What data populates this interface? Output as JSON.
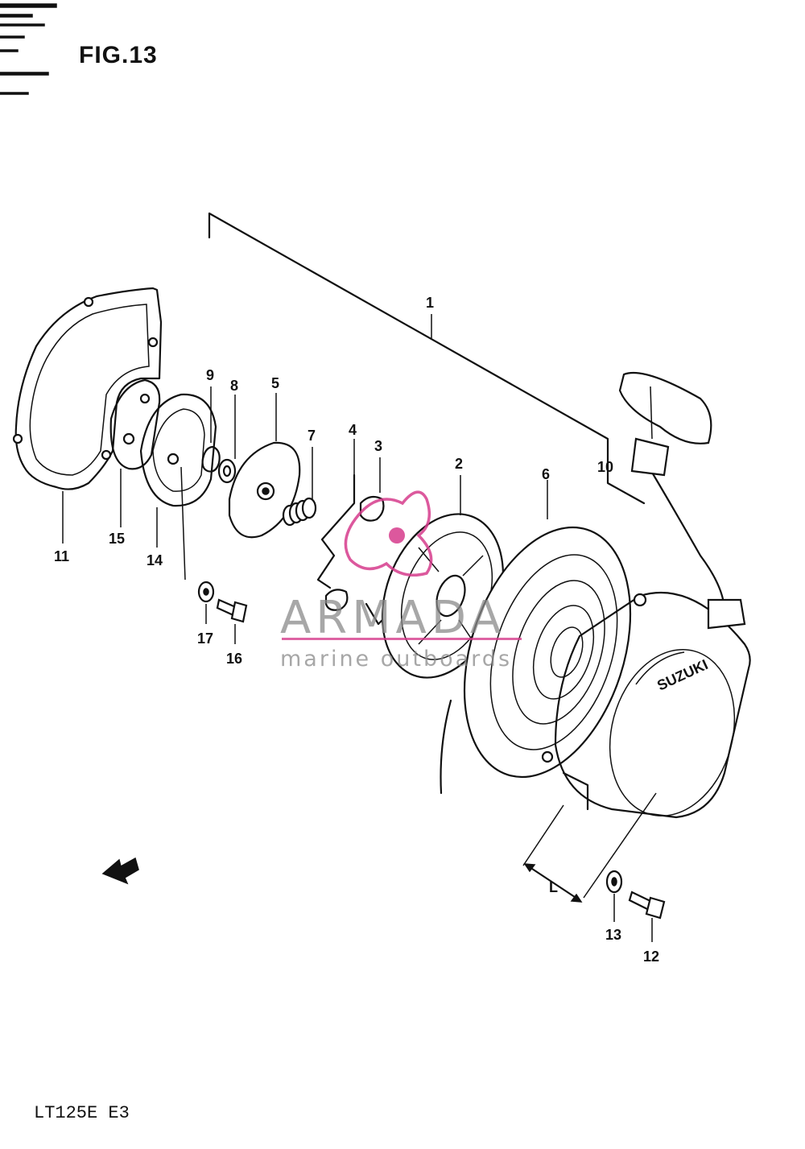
{
  "figure": {
    "title": "FIG.13",
    "footer_code": "LT125E E3",
    "dimension_label": "L"
  },
  "watermark": {
    "brand": "ARMADA",
    "tagline": "marine outboards",
    "accent_color": "#d63c8c"
  },
  "callouts": [
    {
      "id": "1",
      "label": "1"
    },
    {
      "id": "2",
      "label": "2"
    },
    {
      "id": "3",
      "label": "3"
    },
    {
      "id": "4",
      "label": "4"
    },
    {
      "id": "5",
      "label": "5"
    },
    {
      "id": "6",
      "label": "6"
    },
    {
      "id": "7",
      "label": "7"
    },
    {
      "id": "8",
      "label": "8"
    },
    {
      "id": "9",
      "label": "9"
    },
    {
      "id": "10",
      "label": "10"
    },
    {
      "id": "11",
      "label": "11"
    },
    {
      "id": "12",
      "label": "12"
    },
    {
      "id": "13",
      "label": "13"
    },
    {
      "id": "14",
      "label": "14"
    },
    {
      "id": "15",
      "label": "15"
    },
    {
      "id": "16",
      "label": "16"
    },
    {
      "id": "17",
      "label": "17"
    }
  ]
}
